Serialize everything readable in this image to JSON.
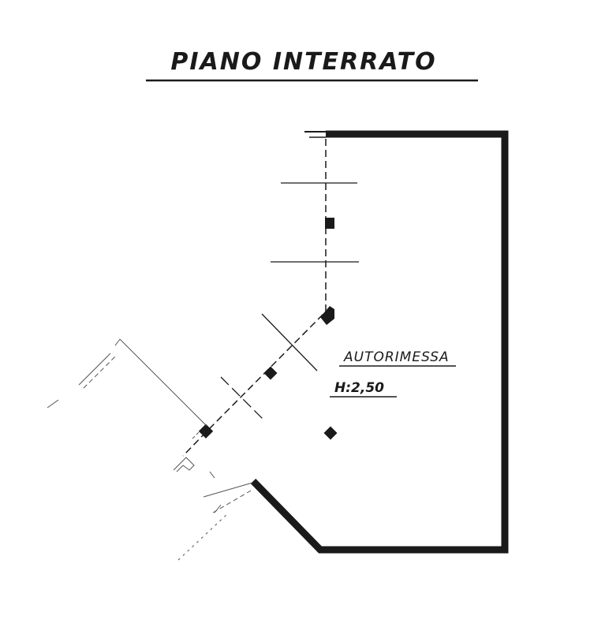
{
  "title": "PIANO INTERRATO",
  "room": {
    "name": "AUTORIMESSA",
    "height": "H:2,50"
  },
  "colors": {
    "ink": "#1a1a1a",
    "paper": "#ffffff"
  }
}
